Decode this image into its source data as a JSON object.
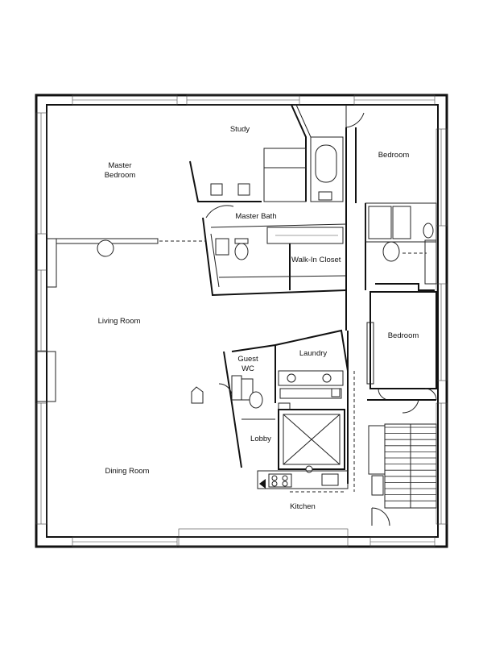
{
  "rooms": {
    "study": "Study",
    "master_bedroom_line1": "Master",
    "master_bedroom_line2": "Bedroom",
    "bedroom_top": "Bedroom",
    "master_bath": "Master Bath",
    "walk_in_closet": "Walk-In Closet",
    "living_room": "Living Room",
    "bedroom_mid": "Bedroom",
    "guest_wc_line1": "Guest",
    "guest_wc_line2": "WC",
    "laundry": "Laundry",
    "lobby": "Lobby",
    "dining_room": "Dining Room",
    "kitchen": "Kitchen"
  }
}
